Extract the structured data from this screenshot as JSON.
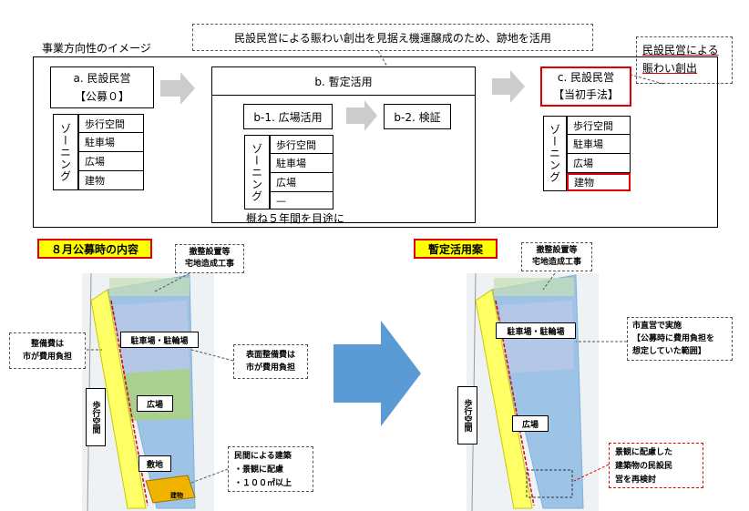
{
  "header": {
    "section_label": "事業方向性のイメージ",
    "callout_top": "民設民営による賑わい創出を見据え機運醸成のため、跡地を活用",
    "callout_right": "民設民営による賑わい創出"
  },
  "phase_a": {
    "title_line1": "a. 民設民営",
    "title_line2": "【公募０】",
    "zoning_label": "ゾーニング",
    "zones": [
      "歩行空間",
      "駐車場",
      "広場",
      "建物"
    ]
  },
  "phase_b": {
    "title": "b. 暫定活用",
    "b1": "b-1. 広場活用",
    "b2": "b-2. 検証",
    "zoning_label": "ゾーニング",
    "zones": [
      "歩行空間",
      "駐車場",
      "広場",
      "—"
    ],
    "period_note": "概ね５年間を目途に"
  },
  "phase_c": {
    "title_line1": "c. 民設民営",
    "title_line2": "【当初手法】",
    "zoning_label": "ゾーニング",
    "zones": [
      "歩行空間",
      "駐車場",
      "広場",
      "建物"
    ]
  },
  "left_map": {
    "heading": "８月公募時の内容",
    "callout_top": "撤整設置等\n宅地造成工事",
    "callout_left": "整備費は\n市が費用負担",
    "callout_right": "表面整備費は\n市が費用負担",
    "callout_bottom": "民間による建築\n・景観に配慮\n・１００㎡以上",
    "label_parking": "駐車場・駐輪場",
    "label_plaza": "広場",
    "label_site": "敷地",
    "label_walkway": "歩行空間",
    "label_building": "建物"
  },
  "right_map": {
    "heading": "暫定活用案",
    "callout_top": "撤整設置等\n宅地造成工事",
    "callout_right": "市直営で実施\n【公募時に費用負担を\n想定していた範囲】",
    "callout_bottom": "景観に配慮した\n建築物の民設民\n営を再検討",
    "label_parking": "駐車場・駐輪場",
    "label_plaza": "広場",
    "label_walkway": "歩行空間"
  },
  "colors": {
    "arrow_gray": "#cccccc",
    "arrow_blue": "#5b9bd5",
    "highlight_red": "#e00000",
    "map_blue": "#9dc3e6",
    "map_green": "#a9d08e",
    "map_yellow": "#ffff66",
    "building_orange": "#f0b400"
  }
}
